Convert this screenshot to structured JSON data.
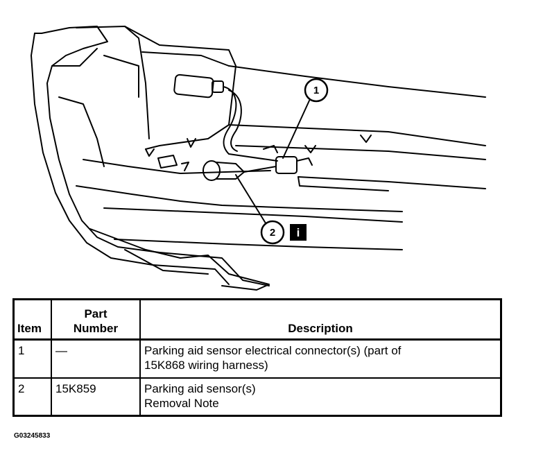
{
  "callouts": {
    "one": "1",
    "two": "2",
    "info": "i"
  },
  "table": {
    "headers": {
      "item": "Item",
      "part_number_line1": "Part",
      "part_number_line2": "Number",
      "description": "Description"
    },
    "rows": [
      {
        "item": "1",
        "part_number": "—",
        "description_line1": "Parking aid sensor electrical connector(s) (part of",
        "description_line2": "15K868 wiring harness)"
      },
      {
        "item": "2",
        "part_number": "15K859",
        "description_line1": "Parking aid sensor(s)",
        "description_line2": "Removal Note"
      }
    ]
  },
  "figure_code": "G03245833"
}
